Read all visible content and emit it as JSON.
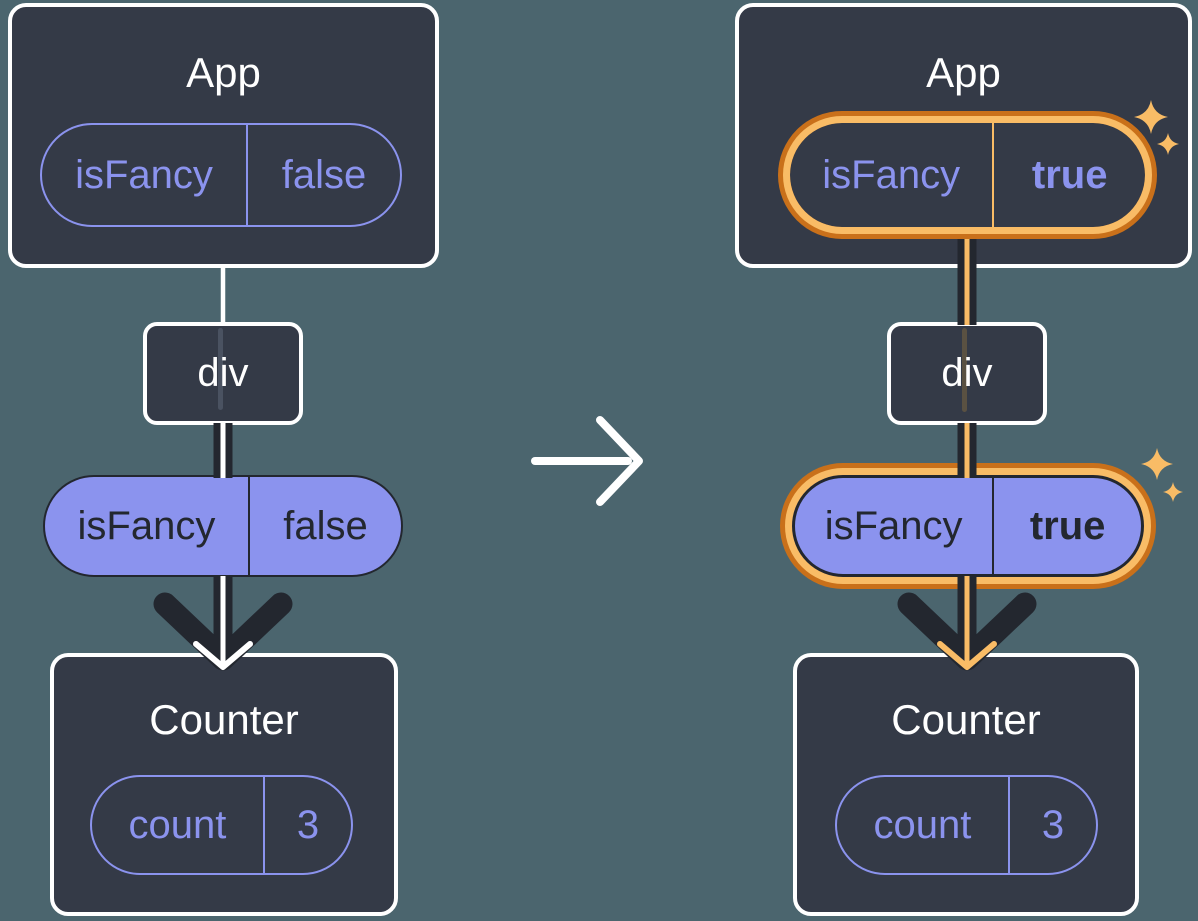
{
  "illustration": "passing prop down a component tree, before and after value change",
  "colors": {
    "page_background": "#4B656E",
    "card_background": "#343A47",
    "card_border": "#FFFFFF",
    "purple": "#8B93EE",
    "dark_ink": "#23272F",
    "highlight_orange_light": "#F9BC66",
    "highlight_orange_dark": "#C9701A",
    "transition_arrow": "#FFFFFF"
  },
  "icons": {
    "transition": "arrow-right-icon",
    "highlight": "sparkle-icon"
  },
  "before": {
    "app": {
      "title": "App",
      "prop": {
        "name": "isFancy",
        "value": "false"
      }
    },
    "middle_node": {
      "label": "div"
    },
    "passed_prop": {
      "name": "isFancy",
      "value": "false"
    },
    "counter": {
      "title": "Counter",
      "state": {
        "name": "count",
        "value": "3"
      }
    }
  },
  "after": {
    "app": {
      "title": "App",
      "prop": {
        "name": "isFancy",
        "value": "true"
      }
    },
    "middle_node": {
      "label": "div"
    },
    "passed_prop": {
      "name": "isFancy",
      "value": "true"
    },
    "counter": {
      "title": "Counter",
      "state": {
        "name": "count",
        "value": "3"
      }
    }
  }
}
